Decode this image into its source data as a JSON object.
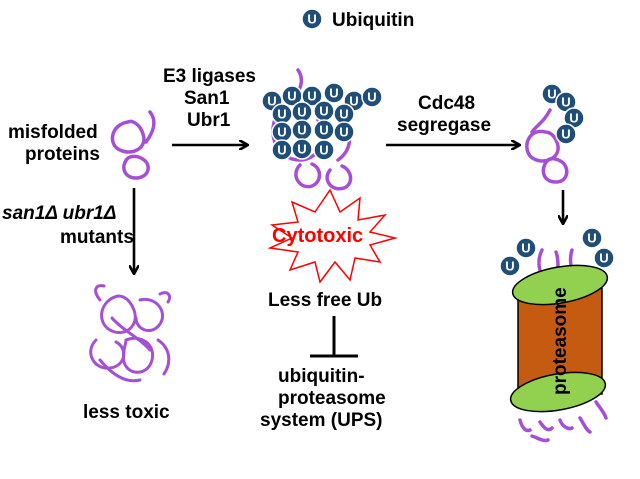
{
  "legend": {
    "symbol": "U",
    "label": "Ubiquitin"
  },
  "colors": {
    "ubiquitin": "#1f4e79",
    "protein": "#a64fd6",
    "cytotoxic": "#ff0000",
    "proteasome_core": "#c55a11",
    "proteasome_cap": "#92d050"
  },
  "start": {
    "line1": "misfolded",
    "line2": "proteins"
  },
  "e3": {
    "line1": "E3 ligases",
    "line2": "San1",
    "line3": "Ubr1"
  },
  "cdc48": {
    "line1": "Cdc48",
    "line2": "segregase"
  },
  "mutants": {
    "line1": "san1Δ ubr1Δ",
    "line2": "mutants"
  },
  "less_toxic": "less toxic",
  "cytotoxic": "Cytotoxic",
  "less_free_ub": "Less free Ub",
  "ups": {
    "line1": "ubiquitin-",
    "line2": "proteasome",
    "line3": "system (UPS)"
  },
  "proteasome_label": "proteasome",
  "icons": [
    "ubiquitin-icon",
    "protein-coil-icon",
    "starburst-icon",
    "proteasome-icon",
    "inhibition-icon",
    "arrow-icon"
  ]
}
